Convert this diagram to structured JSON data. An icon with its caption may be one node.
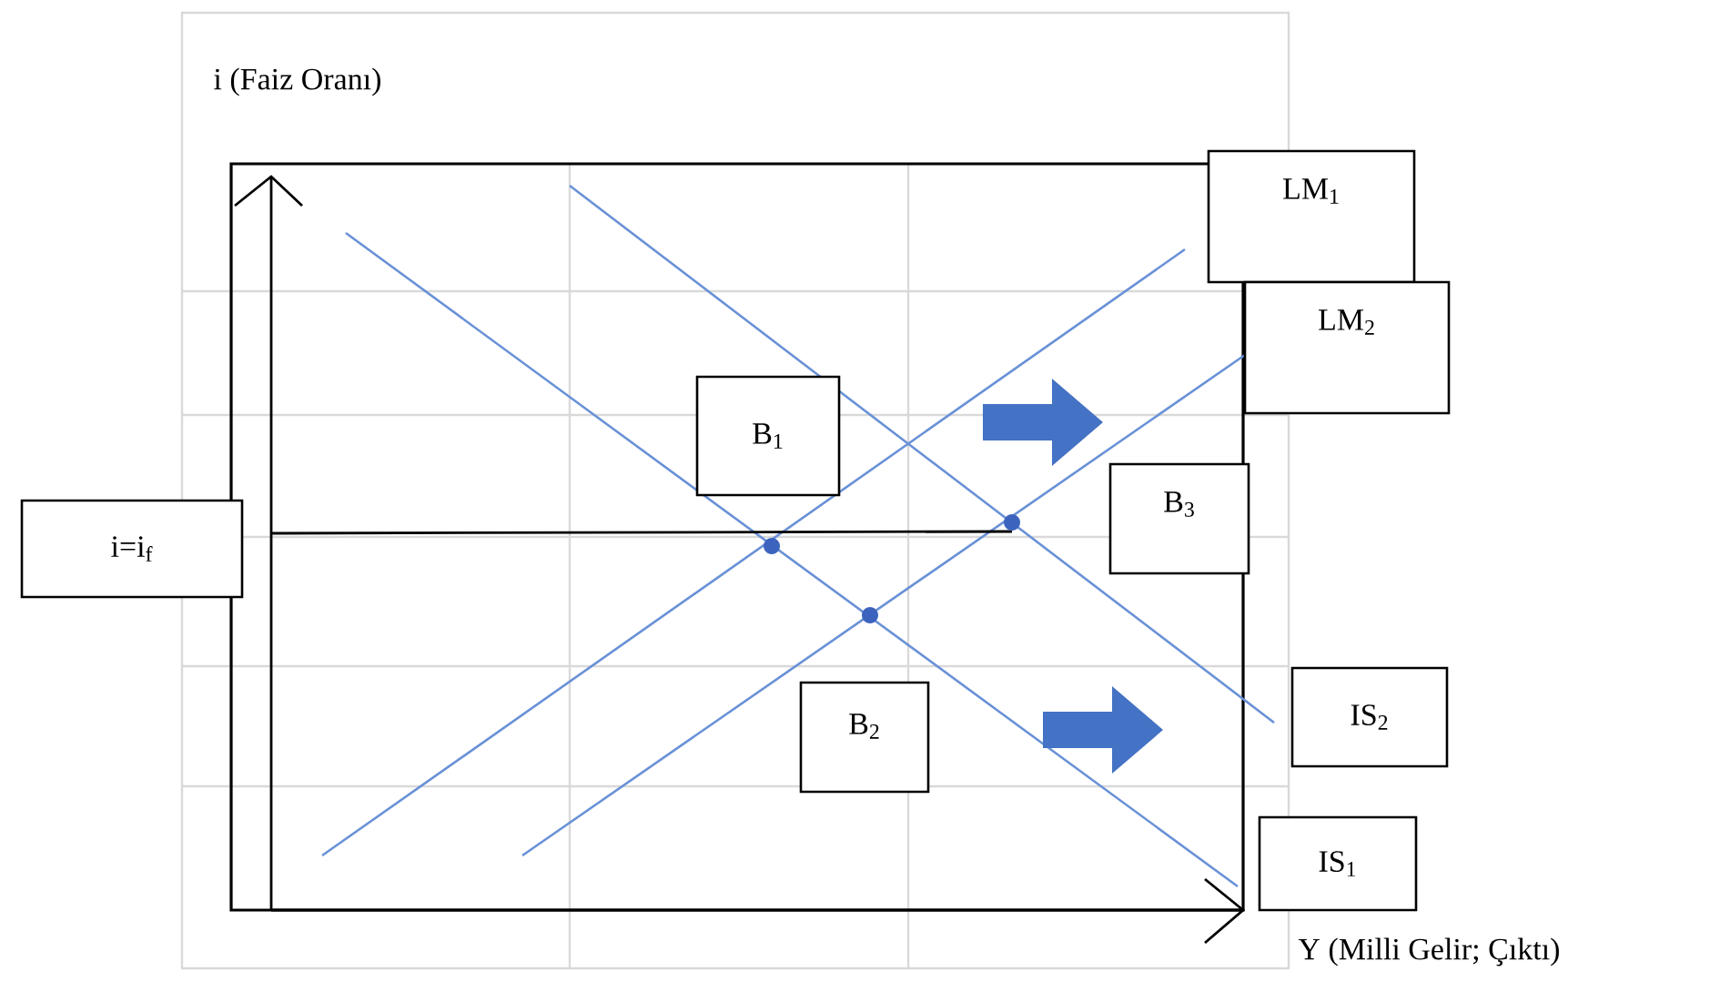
{
  "diagram": {
    "nodes": [
      {
        "text": [
          "LM$_{1}$"
        ]
      },
      {
        "text": [
          "LM$_{2}$"
        ]
      },
      {
        "text": [
          "B$_{1}$"
        ]
      },
      {
        "text": [
          "B$_{3}$"
        ]
      },
      {
        "text": [
          "i=i$_{f}$"
        ]
      },
      {
        "text": [
          "IS$_{2}$"
        ]
      },
      {
        "text": [
          "B$_{2}$"
        ]
      },
      {
        "text": [
          "IS$_{1}$"
        ]
      }
    ],
    "labels": [
      "i (Faiz Oranı)",
      "Y (Milli Gelir; Çıktı)"
    ]
  }
}
